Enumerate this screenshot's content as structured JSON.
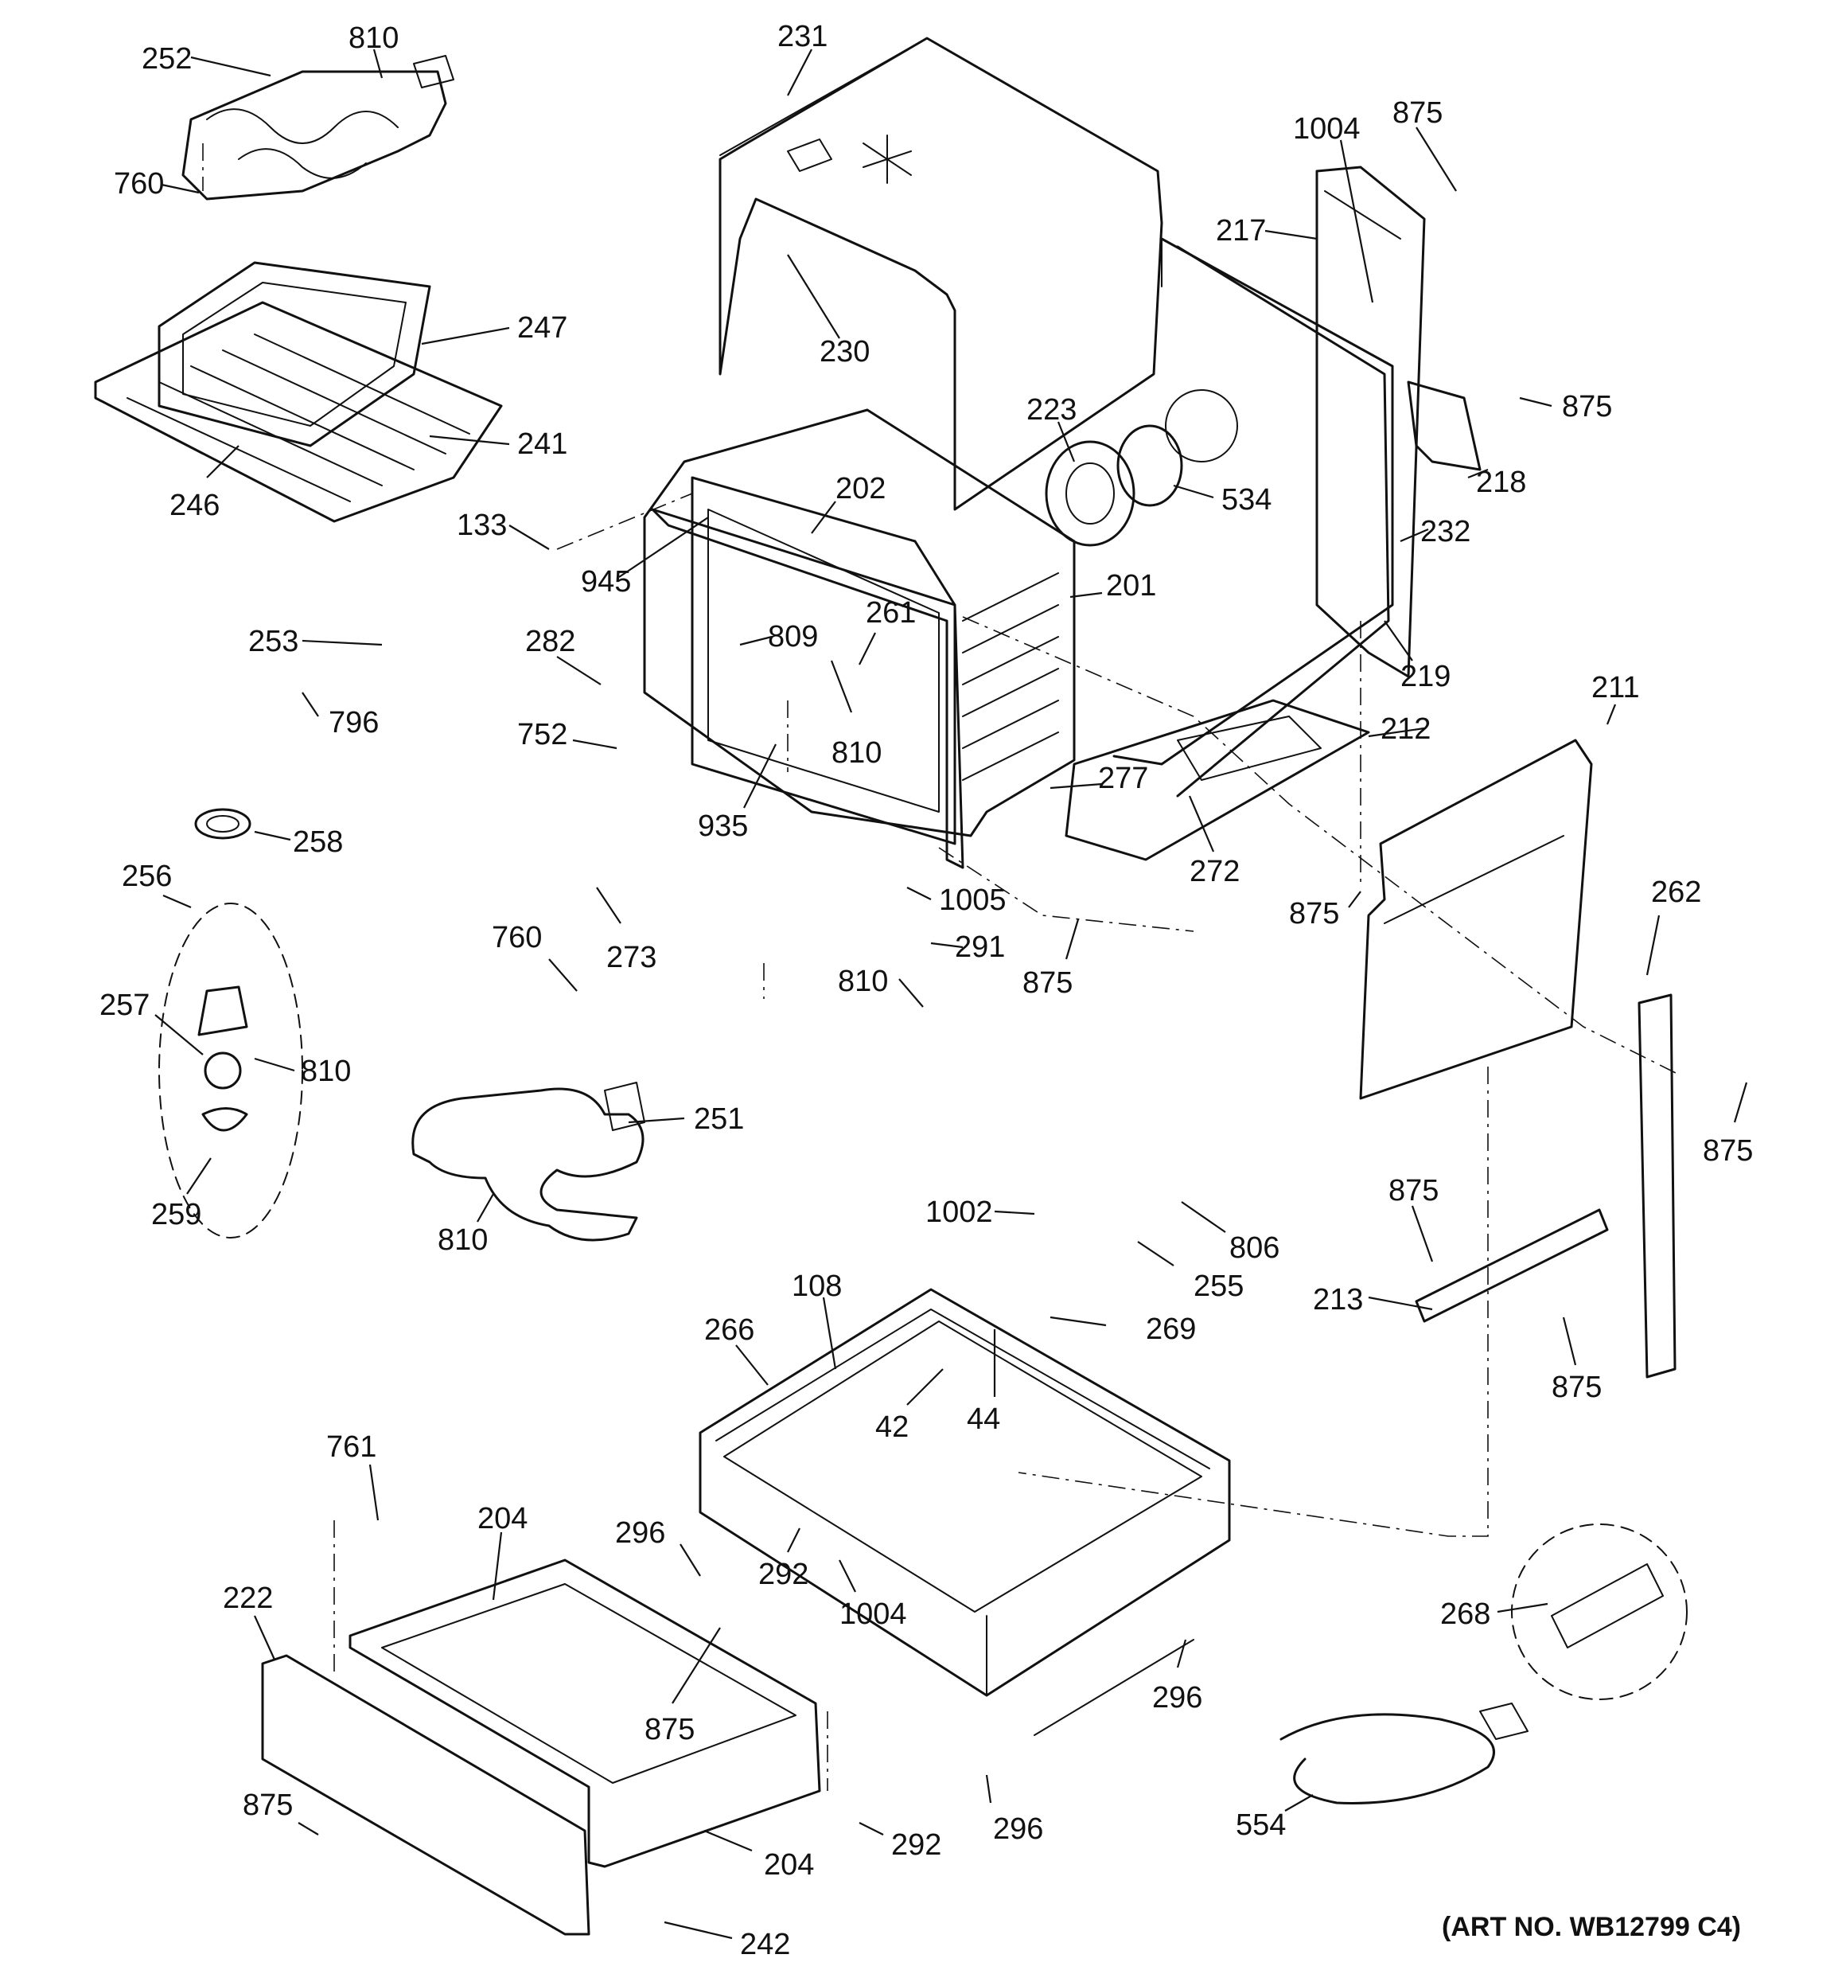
{
  "diagram": {
    "art_number": "(ART NO. WB12799 C4)",
    "callouts": [
      "252",
      "810",
      "760",
      "231",
      "1004",
      "875",
      "217",
      "247",
      "230",
      "241",
      "246",
      "223",
      "875",
      "218",
      "202",
      "534",
      "133",
      "945",
      "232",
      "201",
      "261",
      "253",
      "282",
      "809",
      "796",
      "219",
      "211",
      "752",
      "810",
      "212",
      "935",
      "277",
      "258",
      "272",
      "256",
      "1005",
      "875",
      "262",
      "291",
      "760",
      "273",
      "875",
      "810",
      "257",
      "810",
      "875",
      "251",
      "259",
      "1002",
      "806",
      "875",
      "810",
      "255",
      "108",
      "213",
      "266",
      "269",
      "42",
      "44",
      "875",
      "761",
      "204",
      "296",
      "292",
      "1004",
      "268",
      "222",
      "875",
      "296",
      "875",
      "292",
      "554",
      "204",
      "296",
      "242"
    ]
  }
}
